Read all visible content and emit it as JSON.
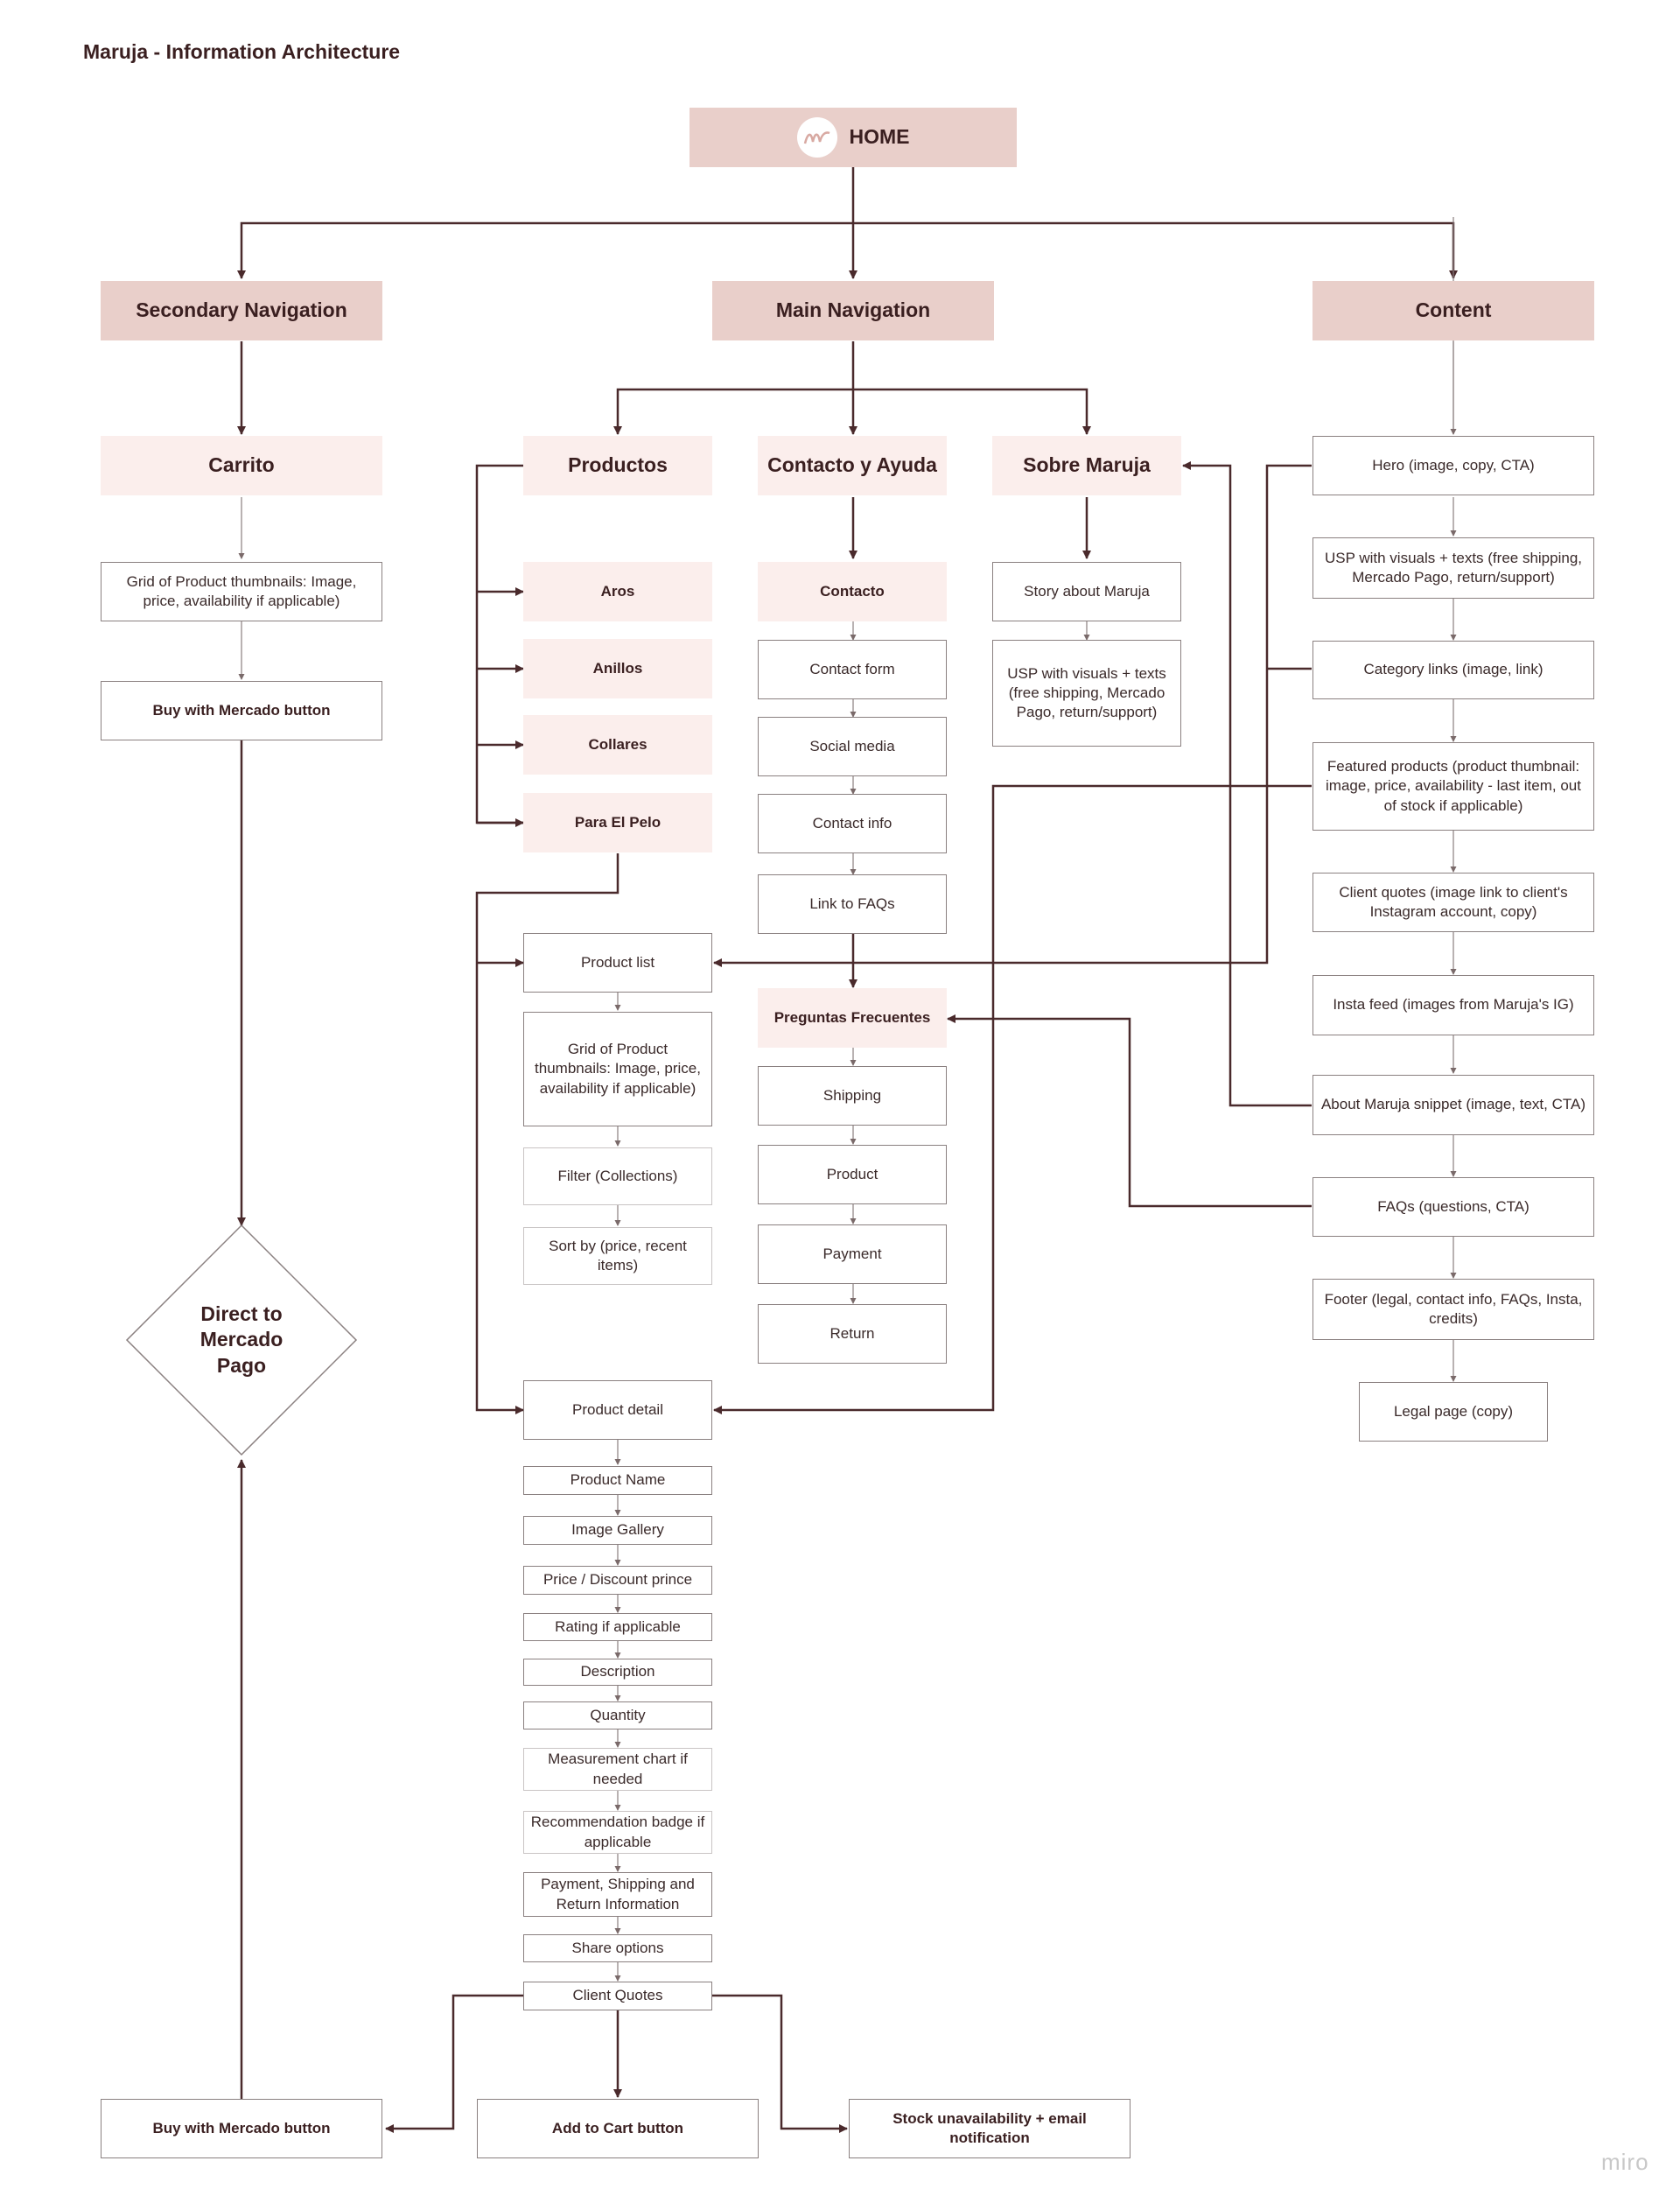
{
  "title": "Maruja - Information Architecture",
  "home": "HOME",
  "sections": {
    "secondary": "Secondary Navigation",
    "main": "Main Navigation",
    "content": "Content"
  },
  "secondary": {
    "carrito": "Carrito",
    "grid": "Grid of Product thumbnails: Image, price, availability if applicable)",
    "buy": "Buy with Mercado button",
    "direct": "Direct to Mercado Pago"
  },
  "productos": {
    "label": "Productos",
    "aros": "Aros",
    "anillos": "Anillos",
    "collares": "Collares",
    "para_el_pelo": "Para El Pelo",
    "product_list": "Product list",
    "grid": "Grid of Product thumbnails: Image, price, availability if applicable)",
    "filter": "Filter (Collections)",
    "sort": "Sort by (price, recent items)",
    "product_detail": "Product detail",
    "detail_items": [
      "Product Name",
      "Image Gallery",
      "Price / Discount prince",
      "Rating if applicable",
      "Description",
      "Quantity",
      "Measurement chart if needed",
      "Recommendation badge if applicable",
      "Payment, Shipping and Return Information",
      "Share options",
      "Client Quotes"
    ],
    "buy": "Buy with Mercado button",
    "add_to_cart": "Add to Cart button",
    "stock": "Stock unavailability + email notification"
  },
  "contacto": {
    "label": "Contacto y Ayuda",
    "contacto": "Contacto",
    "items": [
      "Contact form",
      "Social media",
      "Contact info",
      "Link to FAQs"
    ],
    "faq": "Preguntas Frecuentes",
    "faq_items": [
      "Shipping",
      "Product",
      "Payment",
      "Return"
    ]
  },
  "sobre": {
    "label": "Sobre Maruja",
    "story": "Story about Maruja",
    "usp": "USP with visuals + texts (free shipping, Mercado Pago, return/support)"
  },
  "content": {
    "items": [
      "Hero (image, copy, CTA)",
      "USP with visuals + texts (free shipping, Mercado Pago, return/support)",
      "Category links (image, link)",
      "Featured products (product thumbnail: image, price, availability - last item, out of stock if applicable)",
      "Client quotes (image link to client's Instagram account, copy)",
      "Insta feed (images from Maruja's IG)",
      "About Maruja snippet (image, text, CTA)",
      "FAQs (questions, CTA)",
      "Footer (legal, contact info, FAQs, Insta, credits)"
    ],
    "legal": "Legal page (copy)"
  },
  "watermark": "miro",
  "colors": {
    "section_fill": "#e9cfca",
    "category_fill": "#fbeeec",
    "line": "#4a2a2c",
    "border": "#8a8080"
  }
}
